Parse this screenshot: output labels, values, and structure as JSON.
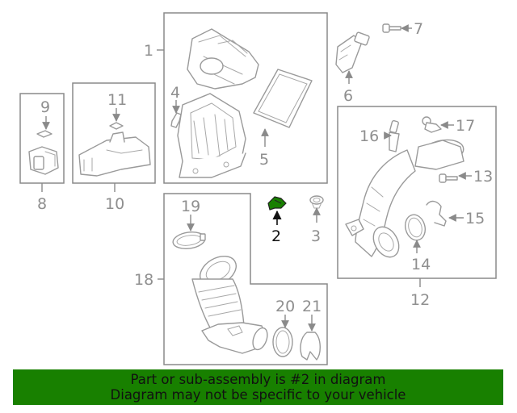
{
  "callouts": [
    {
      "id": "1",
      "label": "1"
    },
    {
      "id": "2",
      "label": "2"
    },
    {
      "id": "3",
      "label": "3"
    },
    {
      "id": "4",
      "label": "4"
    },
    {
      "id": "5",
      "label": "5"
    },
    {
      "id": "6",
      "label": "6"
    },
    {
      "id": "7",
      "label": "7"
    },
    {
      "id": "8",
      "label": "8"
    },
    {
      "id": "9",
      "label": "9"
    },
    {
      "id": "10",
      "label": "10"
    },
    {
      "id": "11",
      "label": "11"
    },
    {
      "id": "12",
      "label": "12"
    },
    {
      "id": "13",
      "label": "13"
    },
    {
      "id": "14",
      "label": "14"
    },
    {
      "id": "15",
      "label": "15"
    },
    {
      "id": "16",
      "label": "16"
    },
    {
      "id": "17",
      "label": "17"
    },
    {
      "id": "18",
      "label": "18"
    },
    {
      "id": "19",
      "label": "19"
    },
    {
      "id": "20",
      "label": "20"
    },
    {
      "id": "21",
      "label": "21"
    }
  ],
  "highlight": {
    "part": "2",
    "color": "#188000"
  },
  "banner": {
    "line1": "Part or sub-assembly is #2 in diagram",
    "line2": "Diagram may not be specific to your vehicle",
    "background": "#188000"
  }
}
